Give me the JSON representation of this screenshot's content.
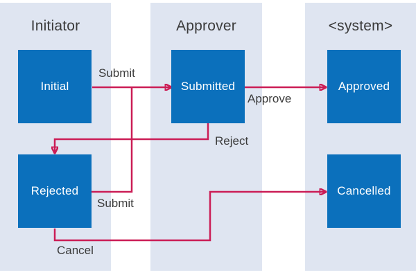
{
  "diagram": {
    "lanes": [
      {
        "title": "Initiator"
      },
      {
        "title": "Approver"
      },
      {
        "title": "<system>"
      }
    ],
    "nodes": [
      {
        "id": "initial",
        "label": "Initial"
      },
      {
        "id": "submitted",
        "label": "Submitted"
      },
      {
        "id": "approved",
        "label": "Approved"
      },
      {
        "id": "rejected",
        "label": "Rejected"
      },
      {
        "id": "cancelled",
        "label": "Cancelled"
      }
    ],
    "edges": [
      {
        "label": "Submit",
        "from": "initial",
        "to": "submitted"
      },
      {
        "label": "Approve",
        "from": "submitted",
        "to": "approved"
      },
      {
        "label": "Reject",
        "from": "submitted",
        "to": "rejected"
      },
      {
        "label": "Submit",
        "from": "rejected",
        "to": "submitted"
      },
      {
        "label": "Cancel",
        "from": "rejected",
        "to": "cancelled"
      }
    ],
    "colors": {
      "lane_fill": "#dfe5f1",
      "node_fill": "#0b70bc",
      "node_text": "#ffffff",
      "edge": "#cb1d56",
      "text": "#3b3b3b",
      "bg": "#ffffff"
    }
  }
}
